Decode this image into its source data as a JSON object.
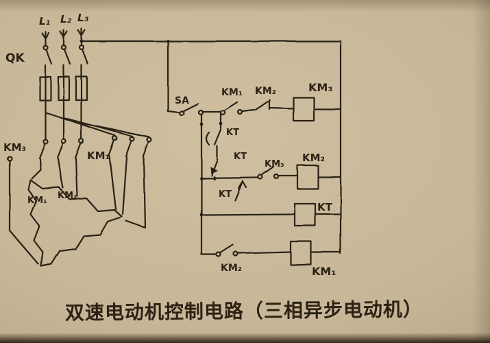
{
  "colors": {
    "paper": "#c7b697",
    "ink": "#2c2214"
  },
  "power": {
    "l1": "L₁",
    "l2": "L₂",
    "l3": "L₃",
    "qk": "QK",
    "km3_contacts": "KM₃",
    "km1_contacts": "KM₁",
    "delta_km1": "KM₁",
    "delta_km2": "KM₂"
  },
  "control": {
    "sa": "SA",
    "km1_no": "KM₁",
    "km2_nc": "KM₂",
    "km3_coil": "KM₃",
    "kt_contact_1": "KT",
    "kt_contact_2": "KT",
    "kt_arrow": "KT",
    "km3_no": "KM₃",
    "km2_coil": "KM₂",
    "kt_coil": "KT",
    "km2_no": "KM₂",
    "km1_coil": "KM₁"
  },
  "caption": "双速电动机控制电路（三相异步电动机）"
}
